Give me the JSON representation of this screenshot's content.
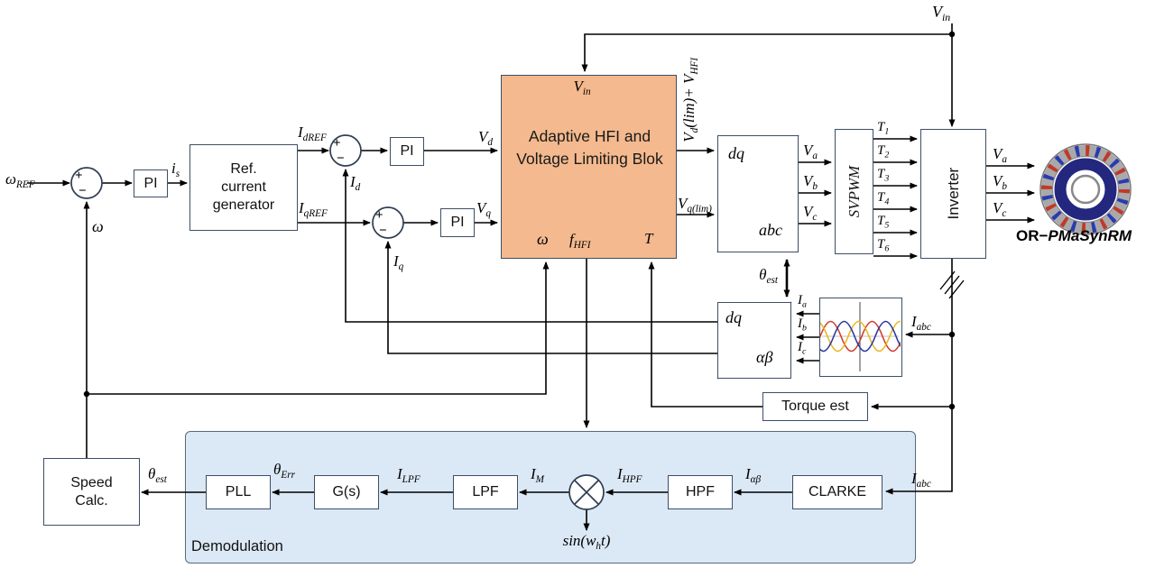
{
  "colors": {
    "hfi_fill": "#f4b98e",
    "demod_fill": "#dbe8f5",
    "block_border": "#3d4f66",
    "wire": "#000000",
    "wave_red": "#d23b2e",
    "wave_yellow": "#e8b820",
    "wave_blue": "#2b3a9e"
  },
  "blocks": {
    "pi": "PI",
    "ref_gen": "Ref. current generator",
    "hfi": "Adaptive HFI and Voltage Limiting Blok",
    "dq": "dq",
    "abc": "abc",
    "alphabeta": "αβ",
    "svpwm": "SVPWM",
    "inverter": "Inverter",
    "torque_est": "Torque est",
    "speed_calc": "Speed Calc.",
    "pll": "PLL",
    "gs": "G(s)",
    "lpf": "LPF",
    "hpf": "HPF",
    "clarke": "CLARKE",
    "demodulation": "Demodulation"
  },
  "signs": {
    "plus": "+",
    "minus": "−"
  },
  "signals": {
    "omega_ref": [
      [
        "ω"
      ],
      [
        "REF",
        "sub"
      ]
    ],
    "omega": [
      [
        "ω"
      ]
    ],
    "i_s": [
      [
        "i"
      ],
      [
        "s",
        "sub"
      ]
    ],
    "i_dref": [
      [
        "I"
      ],
      [
        "dREF",
        "sub"
      ]
    ],
    "i_qref": [
      [
        "I"
      ],
      [
        "qREF",
        "sub"
      ]
    ],
    "i_d": [
      [
        "I"
      ],
      [
        "d",
        "sub"
      ]
    ],
    "i_q": [
      [
        "I"
      ],
      [
        "q",
        "sub"
      ]
    ],
    "v_d": [
      [
        "V"
      ],
      [
        "d",
        "sub"
      ]
    ],
    "v_q": [
      [
        "V"
      ],
      [
        "q",
        "sub"
      ]
    ],
    "v_in": [
      [
        "V"
      ],
      [
        "in",
        "sub"
      ]
    ],
    "vd_lim_hfi": [
      [
        "V"
      ],
      [
        "d",
        "sub"
      ],
      [
        "(lim)+ V"
      ],
      [
        "HFI",
        "sub"
      ]
    ],
    "vq_lim": [
      [
        "V"
      ],
      [
        "q(lim)",
        "sub"
      ]
    ],
    "v_a": [
      [
        "V"
      ],
      [
        "a",
        "sub"
      ]
    ],
    "v_b": [
      [
        "V"
      ],
      [
        "b",
        "sub"
      ]
    ],
    "v_c": [
      [
        "V"
      ],
      [
        "c",
        "sub"
      ]
    ],
    "t1": [
      [
        "T"
      ],
      [
        "1",
        "sub"
      ]
    ],
    "t2": [
      [
        "T"
      ],
      [
        "2",
        "sub"
      ]
    ],
    "t3": [
      [
        "T"
      ],
      [
        "3",
        "sub"
      ]
    ],
    "t4": [
      [
        "T"
      ],
      [
        "4",
        "sub"
      ]
    ],
    "t5": [
      [
        "T"
      ],
      [
        "5",
        "sub"
      ]
    ],
    "t6": [
      [
        "T"
      ],
      [
        "6",
        "sub"
      ]
    ],
    "theta_est": [
      [
        "θ"
      ],
      [
        "est",
        "sub"
      ]
    ],
    "theta_err": [
      [
        "θ"
      ],
      [
        "Err",
        "sub"
      ]
    ],
    "f_hfi": [
      [
        "f"
      ],
      [
        "HFI",
        "sub"
      ]
    ],
    "torque": [
      [
        "T"
      ]
    ],
    "i_a": [
      [
        "I"
      ],
      [
        "a",
        "sub"
      ]
    ],
    "i_b": [
      [
        "I"
      ],
      [
        "b",
        "sub"
      ]
    ],
    "i_c": [
      [
        "I"
      ],
      [
        "c",
        "sub"
      ]
    ],
    "i_abc": [
      [
        "I"
      ],
      [
        "abc",
        "sub"
      ]
    ],
    "i_alphabeta": [
      [
        "I"
      ],
      [
        "αβ",
        "sub"
      ]
    ],
    "i_lpf": [
      [
        "I"
      ],
      [
        "LPF",
        "sub"
      ]
    ],
    "i_m": [
      [
        "I"
      ],
      [
        "M",
        "sub"
      ]
    ],
    "i_hpf": [
      [
        "I"
      ],
      [
        "HPF",
        "sub"
      ]
    ],
    "sin_wht": [
      [
        "sin("
      ],
      [
        "w"
      ],
      [
        "h",
        "sub"
      ],
      [
        "t)"
      ]
    ],
    "motor": [
      [
        "OR−",
        "b"
      ],
      [
        "PMaSynRM",
        "bi"
      ]
    ]
  }
}
